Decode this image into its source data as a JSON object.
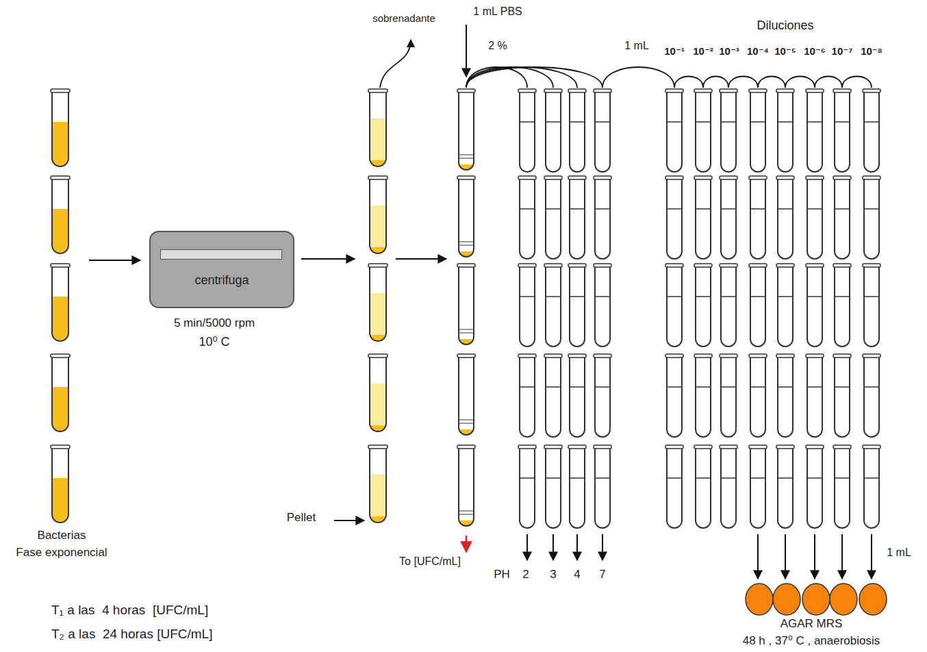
{
  "diagram": {
    "nodes": [
      {
        "text": [
          "centrifuga"
        ]
      }
    ],
    "labels": [
      "sobrenadante",
      "1 mL PBS",
      "2 %",
      "1 mL",
      "Diluciones",
      "10⁻¹",
      "10⁻²",
      "10⁻³",
      "10⁻⁴",
      "10⁻⁵",
      "10⁻⁶",
      "10⁻⁷",
      "10⁻⁸",
      "5 min/5000 rpm",
      "10⁰ C",
      "Pellet",
      "Bacterias",
      "Fase exponencial",
      "To [UFC/mL]",
      "PH",
      "2",
      "3",
      "4",
      "7",
      "1 mL",
      "AGAR MRS",
      "48 h , 37⁰ C , anaerobiosis",
      "T₁ a las  4 horas  [UFC/mL]",
      "T₂ a las  24 horas [UFC/mL]"
    ]
  }
}
